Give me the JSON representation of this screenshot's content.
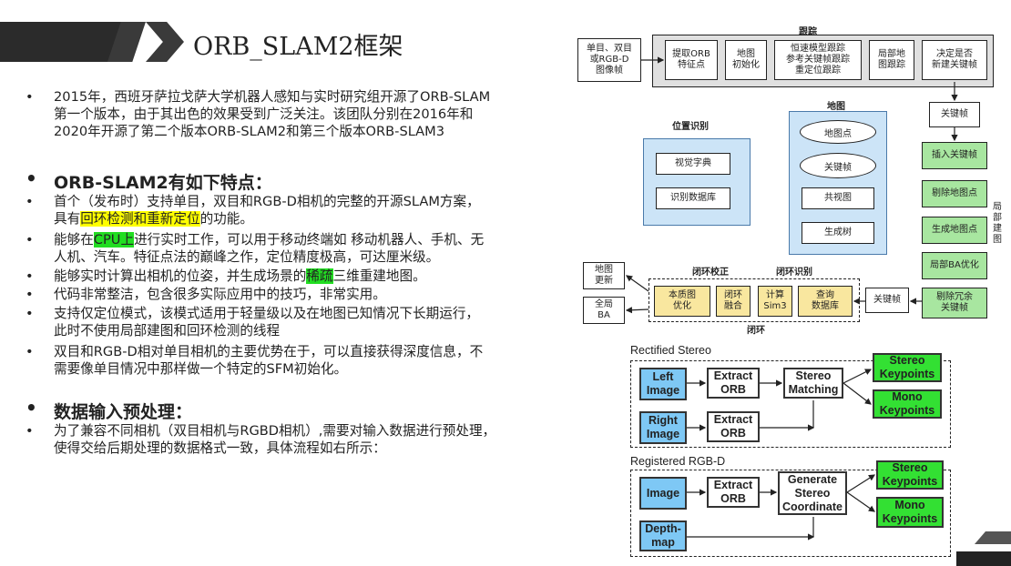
{
  "title": "ORB_SLAM2框架",
  "intro": {
    "bullet": "•",
    "lines": [
      "2015年，西班牙萨拉戈萨大学机器人感知与实时研究组开源了ORB-SLAM",
      "第一个版本，由于其出色的效果受到广泛关注。该团队分别在2016年和",
      "2020年开源了第二个版本ORB-SLAM2和第三个版本ORB-SLAM3"
    ]
  },
  "features_heading": "ORB-SLAM2有如下特点：",
  "features": [
    {
      "l1a": "首个（发布时）支持单目，双目和RGB-D相机的完整的开源SLAM方案，",
      "l2a": "具有",
      "hl": "回环检测和重新定位",
      "l2b": "的功能。"
    },
    {
      "l1a": "能够在",
      "hl": "CPU上",
      "l1b": "进行实时工作，可以用于移动终端如 移动机器人、手机、无",
      "l2": "人机、汽车。特征点法的巅峰之作，定位精度极高，可达厘米级。"
    },
    {
      "l1a": "能够实时计算出相机的位姿，并生成场景的",
      "hl": "稀疏",
      "l1b": "三维重建地图。"
    },
    {
      "l1": "代码非常整洁，包含很多实际应用中的技巧，非常实用。"
    },
    {
      "l1": "支持仅定位模式，该模式适用于轻量级以及在地图已知情况下长期运行，",
      "l2": "此时不使用局部建图和回环检测的线程"
    },
    {
      "l1": "双目和RGB-D相对单目相机的主要优势在于，可以直接获得深度信息，不",
      "l2": "需要像单目情况中那样做一个特定的SFM初始化。"
    }
  ],
  "preprocess_heading": "数据输入预处理：",
  "preprocess": {
    "l1": "为了兼容不同相机（双目相机与RGBD相机）,需要对输入数据进行预处理，",
    "l2": "使得交给后期处理的数据格式一致，具体流程如右所示："
  },
  "diagram": {
    "tracking_label": "跟踪",
    "input_frame": "单目、双目\n或RGB-D\n图像帧",
    "extract_orb": "提取ORB\n特征点",
    "map_init": "地图\n初始化",
    "track_models": "恒速模型跟踪\n参考关键帧跟踪\n重定位跟踪",
    "local_map_track": "局部地\n图跟踪",
    "decide_kf": "决定是否\n新建关键帧",
    "keyframe": "关键帧",
    "map_label": "地图",
    "map_points": "地图点",
    "map_keyframes": "关键帧",
    "covis": "共视图",
    "spanning_tree": "生成树",
    "place_recog": "位置识别",
    "vocab": "视觉字典",
    "recog_db": "识别数据库",
    "insert_kf": "插入关键帧",
    "cull_points": "剔除地图点",
    "gen_points": "生成地图点",
    "local_ba": "局部BA优化",
    "cull_kf": "剔除冗余\n关键帧",
    "local_mapping_label": "局\n部\n建\n图",
    "map_update": "地图\n更新",
    "global_ba": "全局\nBA",
    "loop_correct_label": "闭环校正",
    "loop_detect_label": "闭环识别",
    "essential_opt": "本质图\n优化",
    "loop_fusion": "闭环\n融合",
    "compute_sim3": "计算\nSim3",
    "query_db": "查询\n数据库",
    "loop_kf": "关键帧",
    "loop_label": "闭环"
  },
  "stereo": {
    "rectified_title": "Rectified Stereo",
    "left_image": "Left\nImage",
    "right_image": "Right\nImage",
    "extract1": "Extract\nORB",
    "extract2": "Extract\nORB",
    "stereo_matching": "Stereo\nMatching",
    "stereo_kp": "Stereo\nKeypoints",
    "mono_kp": "Mono\nKeypoints",
    "rgbd_title": "Registered RGB-D",
    "image": "Image",
    "depth_map": "Depth-\nmap",
    "extract3": "Extract\nORB",
    "gen_stereo": "Generate\nStereo\nCoordinate",
    "stereo_kp2": "Stereo\nKeypoints",
    "mono_kp2": "Mono\nKeypoints"
  },
  "colors": {
    "highlight_yellow": "#ffff00",
    "highlight_green": "#22dd22",
    "banner": "#2b2b2b"
  }
}
